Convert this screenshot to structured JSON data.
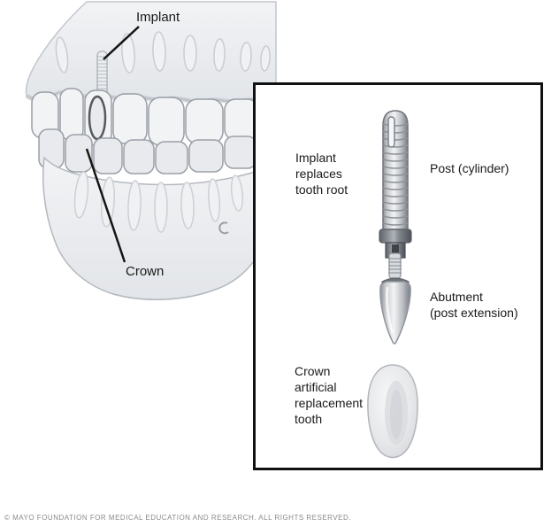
{
  "diagram": {
    "title_semantic": "dental-implant-medical-illustration",
    "jaw": {
      "implant_label": "Implant",
      "crown_label": "Crown"
    },
    "inset": {
      "implant_description": "Implant\nreplaces\ntooth root",
      "post_label": "Post (cylinder)",
      "abutment_label": "Abutment\n(post extension)",
      "crown_description": "Crown\nartificial\nreplacement\ntooth"
    },
    "icons": {
      "post": "implant-post-illustration",
      "abutment": "abutment-illustration",
      "crown_tooth": "crown-tooth-illustration",
      "jaw": "jaw-illustration"
    },
    "colors": {
      "outline_black": "#111111",
      "label_text": "#1a1a1a",
      "footer_text": "#8a8a8a",
      "illustration_light": "#eff1f3",
      "illustration_mid": "#d9dce0",
      "illustration_outline": "#9aa0a8",
      "metal_dark": "#6f747b"
    },
    "footer": "© MAYO FOUNDATION FOR MEDICAL EDUCATION AND RESEARCH. ALL RIGHTS RESERVED."
  }
}
